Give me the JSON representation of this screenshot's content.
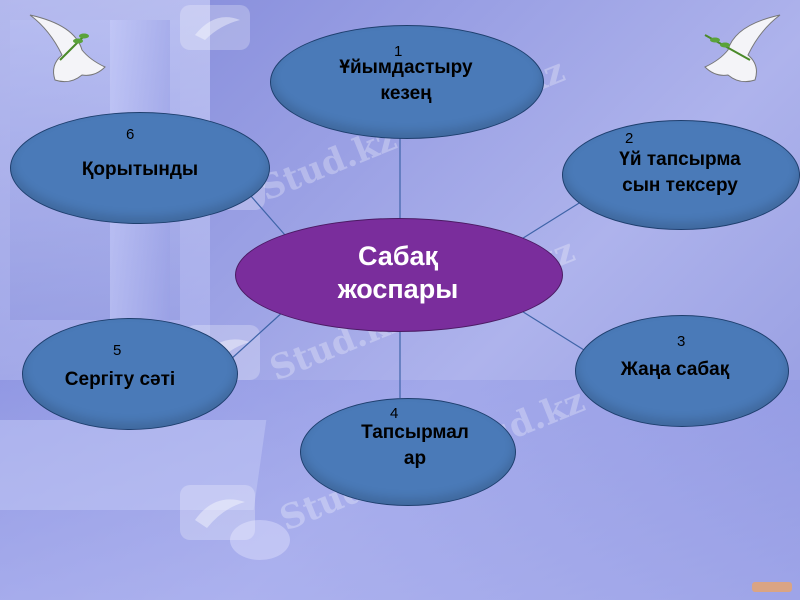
{
  "center": {
    "label_line1": "Сабақ",
    "label_line2": "жоспары"
  },
  "nodes": [
    {
      "number": "1",
      "line1": "Ұйымдастыру",
      "line2": "кезең"
    },
    {
      "number": "2",
      "line1": "Үй тапсырма",
      "line2": "сын тексеру"
    },
    {
      "number": "3",
      "line1": "Жаңа сабақ",
      "line2": ""
    },
    {
      "number": "4",
      "line1": "Тапсырмал",
      "line2": "ар"
    },
    {
      "number": "5",
      "line1": "Сергіту сәті",
      "line2": ""
    },
    {
      "number": "6",
      "line1": "Қорытынды",
      "line2": ""
    }
  ],
  "watermark": "Stud.kz - Stud.kz",
  "colors": {
    "node_fill": "#4a7ab8",
    "center_fill": "#7a2d9c",
    "background": "#9aa0e4"
  },
  "icons": [
    "dove-icon-left",
    "dove-icon-right",
    "hummingbird-logo-icon"
  ]
}
